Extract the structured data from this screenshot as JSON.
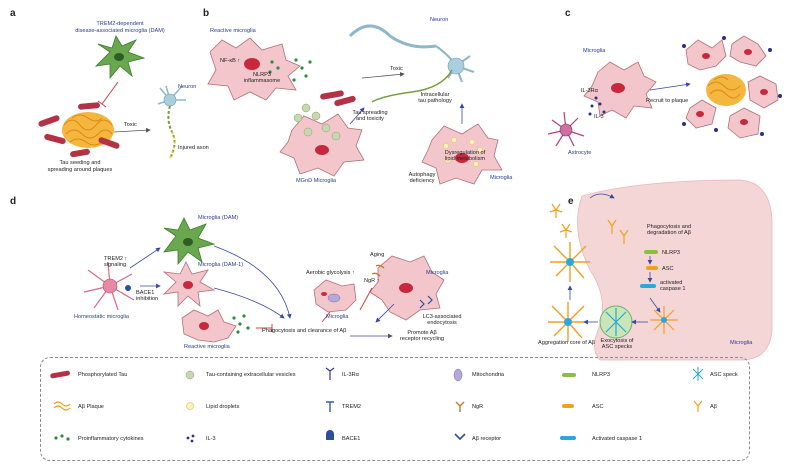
{
  "panels": [
    "a",
    "b",
    "c",
    "d",
    "e"
  ],
  "panel_a": {
    "dam_title_1": "TREM2-dependent",
    "dam_title_2": "disease-associated microglia (DAM)",
    "neuron": "Neuron",
    "toxic": "Toxic",
    "injured_axon": "Injured axon",
    "tau_seeding_1": "Tau seeding and",
    "tau_seeding_2": "spreading around plaques"
  },
  "panel_b": {
    "reactive_microglia": "Reactive microglia",
    "nfkb": "NF-κB ↑",
    "nlrp3_1": "NLRP3",
    "nlrp3_2": "inflammasome",
    "neuron": "Neuron",
    "toxic": "Toxic",
    "intracellular_1": "Intracellular",
    "intracellular_2": "tau pathology",
    "tau_spread_1": "Tau spreading",
    "tau_spread_2": "and toxicity",
    "mgnd": "MGnD Microglia",
    "dysreg_1": "Dysregulation of",
    "dysreg_2": "lipid metabolism",
    "autophagy_1": "Autophagy",
    "autophagy_2": "deficiency",
    "microglia": "Microglia"
  },
  "panel_c": {
    "microglia": "Microglia",
    "il3ra": "IL-3Rα",
    "il3": "IL-3",
    "recruit": "Recruit to plaque",
    "astrocyte": "Astrocyte"
  },
  "panel_d": {
    "microglia_dam": "Microglia (DAM)",
    "microglia_dam1": "Microglia (DAM-1)",
    "trem2_1": "TREM2 ↑",
    "trem2_2": "signaling",
    "bace1_1": "BACE1",
    "bace1_2": "inhibition",
    "homeostatic": "Homeostatic microglia",
    "reactive": "Reactive microglia",
    "aerobic": "Aerobic glycolysis ↑",
    "microglia_small": "Microglia",
    "aging": "Aging",
    "ngr": "NgR ↑",
    "microglia_right": "Microglia",
    "lc3_1": "LC3-associated",
    "lc3_2": "endocytosis",
    "promote_1": "Promote Aβ",
    "promote_2": "receptor recycling",
    "phago": "Phagocytosis and clearance of Aβ"
  },
  "panel_e": {
    "phago_1": "Phagocytosis and",
    "phago_2": "degradation of Aβ",
    "nlrp3": "NLRP3",
    "asc": "ASC",
    "casp_1": "activated",
    "casp_2": "caspase 1",
    "agg": "Aggregation core of Aβ",
    "exo_1": "Exocytosis of",
    "exo_2": "ASC specks",
    "microglia": "Microglia"
  },
  "legend": [
    {
      "label": "Phosphorylated Tau",
      "icon": "phosphorylated-tau-icon"
    },
    {
      "label": "Tau-containing extracellular vesicles",
      "icon": "vesicle-icon"
    },
    {
      "label": "IL-3Rα",
      "icon": "il3ra-icon"
    },
    {
      "label": "Mitochondria",
      "icon": "mitochondria-icon"
    },
    {
      "label": "NLRP3",
      "icon": "nlrp3-icon"
    },
    {
      "label": "ASC speck",
      "icon": "asc-speck-icon"
    },
    {
      "label": "Aβ Plaque",
      "icon": "abeta-plaque-icon"
    },
    {
      "label": "Lipid droplets",
      "icon": "lipid-droplet-icon"
    },
    {
      "label": "TREM2",
      "icon": "trem2-icon"
    },
    {
      "label": "NgR",
      "icon": "ngr-icon"
    },
    {
      "label": "ASC",
      "icon": "asc-icon"
    },
    {
      "label": "Aβ",
      "icon": "abeta-icon"
    },
    {
      "label": "Proinflammatory cytokines",
      "icon": "cytokine-icon"
    },
    {
      "label": "IL-3",
      "icon": "il3-icon"
    },
    {
      "label": "BACE1",
      "icon": "bace1-icon"
    },
    {
      "label": "Aβ receptor",
      "icon": "abeta-receptor-icon"
    },
    {
      "label": "Activated caspase 1",
      "icon": "caspase1-icon"
    }
  ],
  "colors": {
    "cell_pink": "#f3c6cb",
    "cell_border": "#b0707a",
    "nucleus": "#c8283c",
    "dam_green": "#6aa84f",
    "plaque": "#f0a020",
    "arrow_blue": "#3a4aa0",
    "text_blue": "#2b3a8f"
  }
}
